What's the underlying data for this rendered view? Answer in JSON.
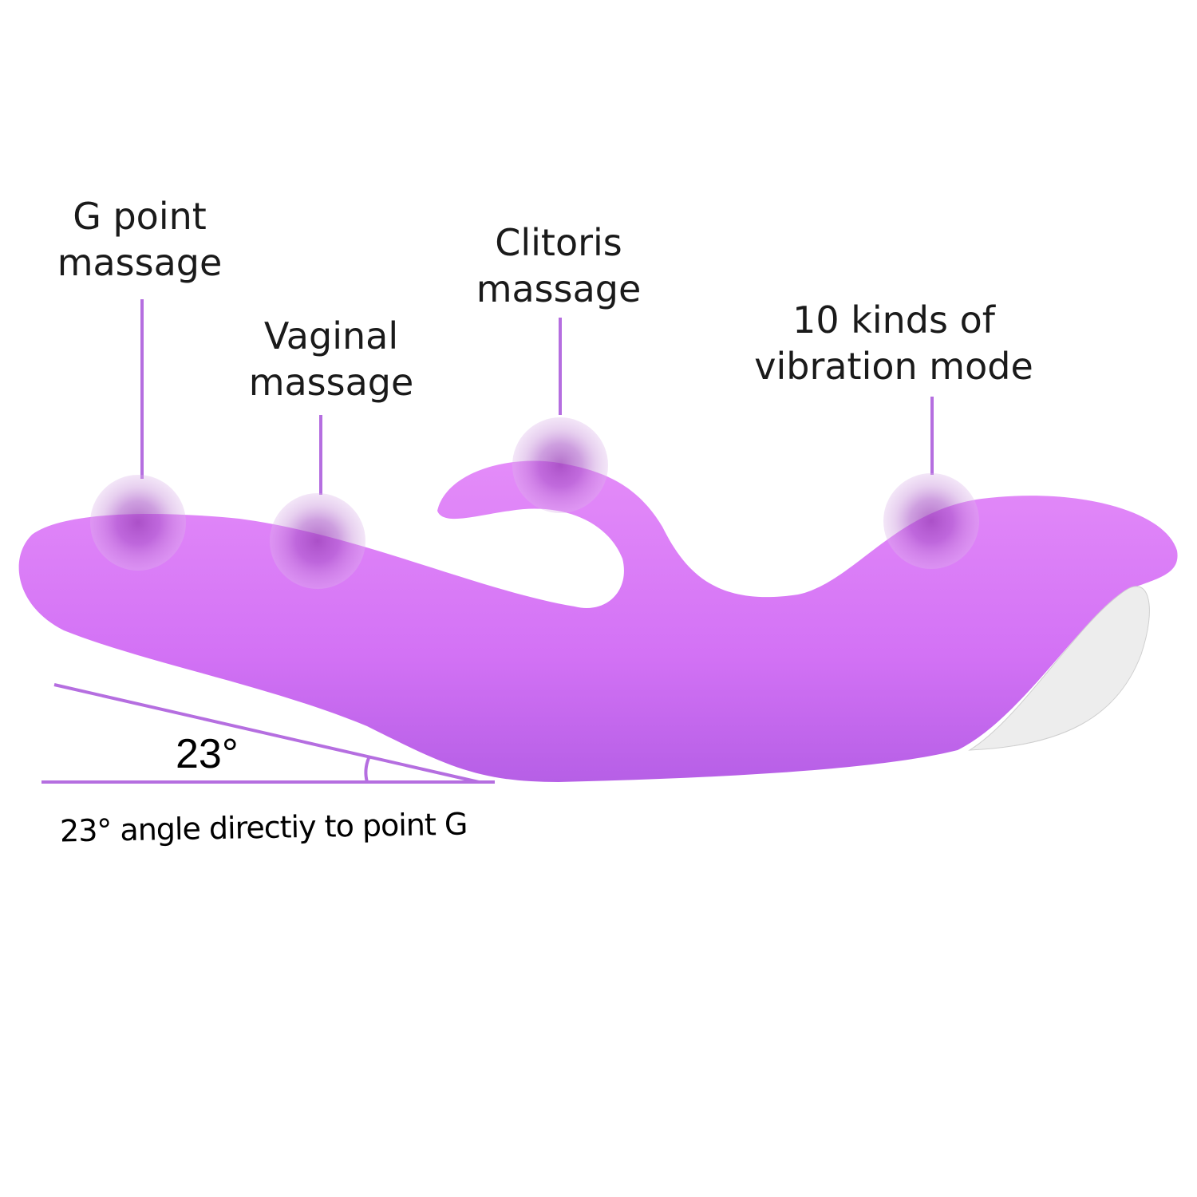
{
  "labels": {
    "g_point": [
      "G point",
      "massage"
    ],
    "vaginal": [
      "Vaginal",
      "massage"
    ],
    "clitoris": [
      "Clitoris",
      "massage"
    ],
    "vibration": [
      "10 kinds of",
      "vibration mode"
    ]
  },
  "angle_label": "23°",
  "caption": "23° angle directiy to point G",
  "colors": {
    "product": "#d57af5",
    "marker": "#a64fc9",
    "line": "#b56ee0",
    "cap": "#eeeeee"
  }
}
